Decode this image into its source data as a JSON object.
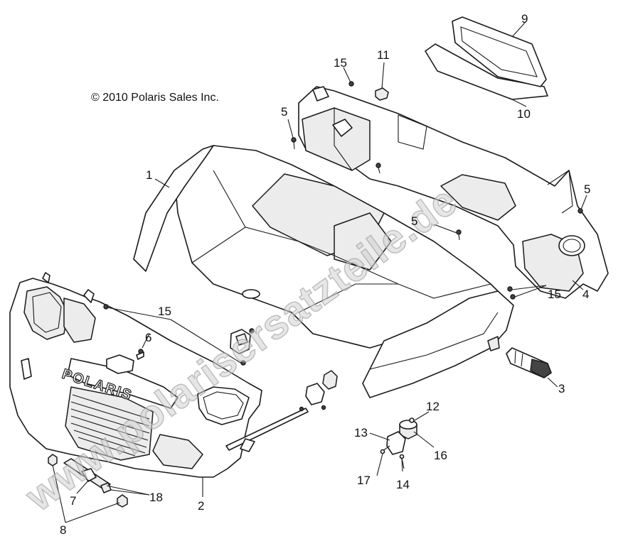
{
  "copyright": "© 2010 Polaris Sales Inc.",
  "watermark": "www.polarisersatzteile.de",
  "brand_emblem": "POLARIS",
  "callouts": {
    "c1": "1",
    "c2": "2",
    "c3": "3",
    "c4": "4",
    "c5a": "5",
    "c5b": "5",
    "c5c": "5",
    "c6": "6",
    "c7": "7",
    "c8": "8",
    "c9": "9",
    "c10": "10",
    "c11": "11",
    "c12": "12",
    "c13": "13",
    "c14": "14",
    "c15a": "15",
    "c15b": "15",
    "c15c": "15",
    "c16": "16",
    "c17": "17",
    "c18": "18"
  }
}
